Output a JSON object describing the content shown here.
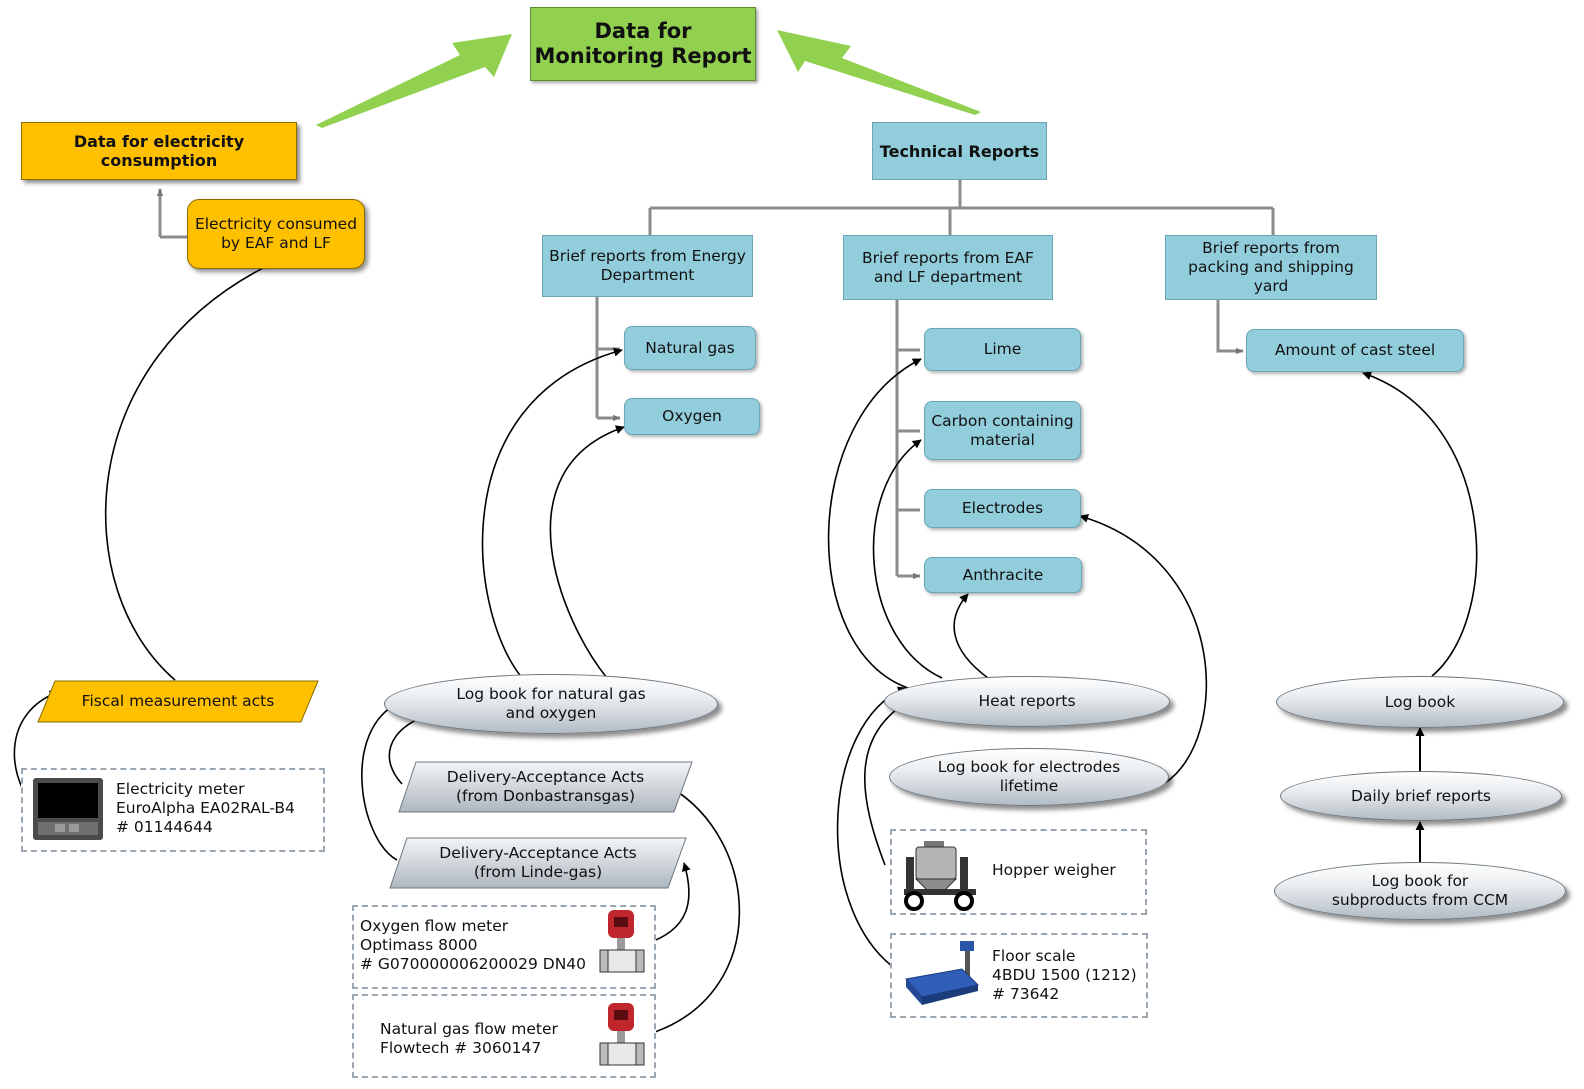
{
  "top": {
    "label_l1": "Data for",
    "label_l2": "Monitoring Report"
  },
  "electricity": {
    "header_l1": "Data for electricity",
    "header_l2": "consumption",
    "consumed_l1": "Electricity consumed",
    "consumed_l2": "by EAF and LF",
    "fiscal": "Fiscal measurement acts",
    "meter_l1": "Electricity meter",
    "meter_l2": "EuroAlpha EA02RAL-B4",
    "meter_l3": "# 01144644"
  },
  "technical": {
    "label": "Technical Reports",
    "energy": {
      "label_l1": "Brief reports from Energy",
      "label_l2": "Department",
      "items": [
        "Natural gas",
        "Oxygen"
      ],
      "logbook_l1": "Log book for natural gas",
      "logbook_l2": "and oxygen",
      "donbas_l1": "Delivery-Acceptance Acts",
      "donbas_l2": "(from Donbastransgas)",
      "linde_l1": "Delivery-Acceptance Acts",
      "linde_l2": "(from Linde-gas)",
      "oxymeter_l1": "Oxygen flow meter",
      "oxymeter_l2": "Optimass 8000",
      "oxymeter_l3": "# G070000006200029 DN40",
      "gasmeter_l1": "Natural gas flow meter",
      "gasmeter_l2": "Flowtech # 3060147"
    },
    "eaf": {
      "label_l1": "Brief reports from EAF",
      "label_l2": "and LF department",
      "lime": "Lime",
      "carbon_l1": "Carbon containing",
      "carbon_l2": "material",
      "electrodes": "Electrodes",
      "anthracite": "Anthracite",
      "heat": "Heat reports",
      "elog_l1": "Log book for electrodes",
      "elog_l2": "lifetime",
      "hopper": "Hopper weigher",
      "floor_l1": "Floor scale",
      "floor_l2": "4BDU 1500 (1212)",
      "floor_l3": "# 73642"
    },
    "packing": {
      "label_l1": "Brief reports from",
      "label_l2": "packing and shipping",
      "label_l3": "yard",
      "cast": "Amount of cast steel",
      "logbook": "Log book",
      "daily": "Daily brief reports",
      "ccm_l1": "Log book for",
      "ccm_l2": "subproducts from CCM"
    }
  },
  "colors": {
    "green": "#92d050",
    "orange": "#ffc000",
    "blue": "#92cddc",
    "connector": "#8c8c8c"
  },
  "icons": [
    "electricity-meter-icon",
    "flow-meter-icon",
    "hopper-weigher-icon",
    "floor-scale-icon"
  ]
}
